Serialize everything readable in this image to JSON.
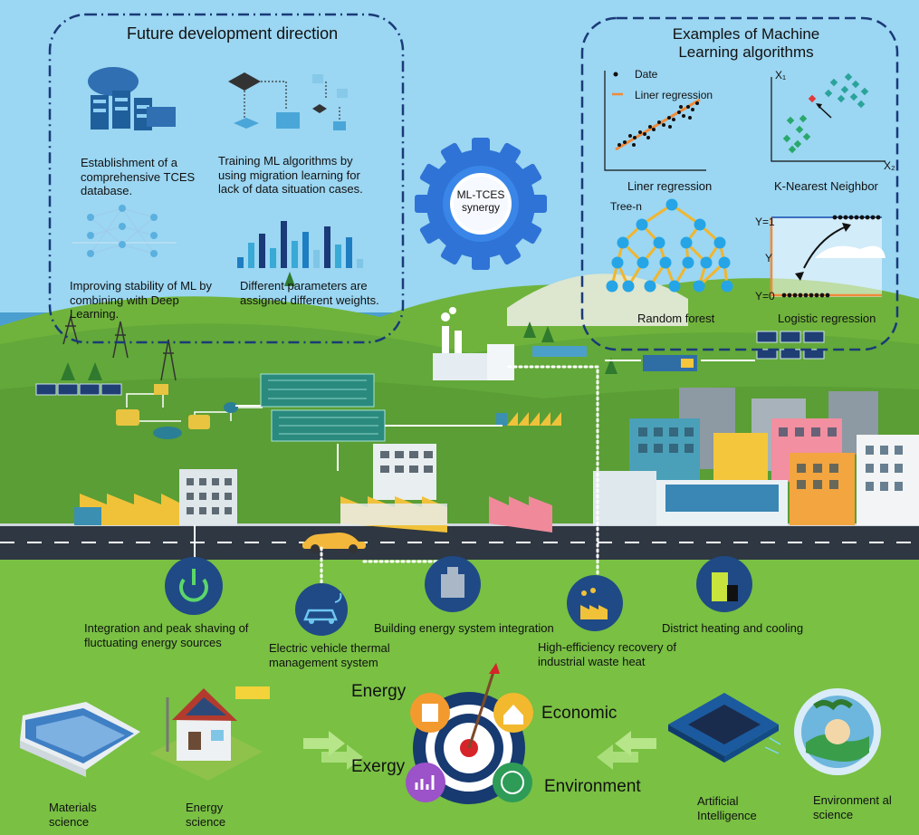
{
  "future_panel": {
    "title": "Future development direction",
    "items": [
      "Establishment of a comprehensive TCES database.",
      "Training ML algorithms by using migration learning for lack of data situation cases.",
      "Improving stability of ML by combining with Deep Learning.",
      "Different parameters are assigned different weights."
    ]
  },
  "synergy_label": "ML-TCES synergy",
  "ml_panel": {
    "title": "Examples of Machine Learning algorithms",
    "linear": {
      "name": "Liner regression",
      "legend_points": "Date",
      "legend_line": "Liner regression"
    },
    "knn": {
      "name": "K-Nearest Neighbor",
      "x_axis": "X₂",
      "y_axis": "X₁"
    },
    "forest": {
      "name": "Random forest",
      "tree_label": "Tree-n"
    },
    "logistic": {
      "name": "Logistic regression",
      "y1": "Y=1",
      "y0": "Y=0",
      "y": "Y"
    }
  },
  "applications": [
    "Integration and peak shaving of fluctuating energy sources",
    "Electric vehicle thermal management system",
    "Building energy system integration",
    "High-efficiency recovery of industrial waste heat",
    "District heating and cooling"
  ],
  "target": {
    "energy": "Energy",
    "economic": "Economic",
    "exergy": "Exergy",
    "environment": "Environment"
  },
  "fields": [
    "Materials science",
    "Energy science",
    "Artificial Intelligence",
    "Environment al science"
  ],
  "colors": {
    "navy": "#1a3a78",
    "sky": "#9bd6f2",
    "grass": "#79c043",
    "road": "#2e3742"
  }
}
